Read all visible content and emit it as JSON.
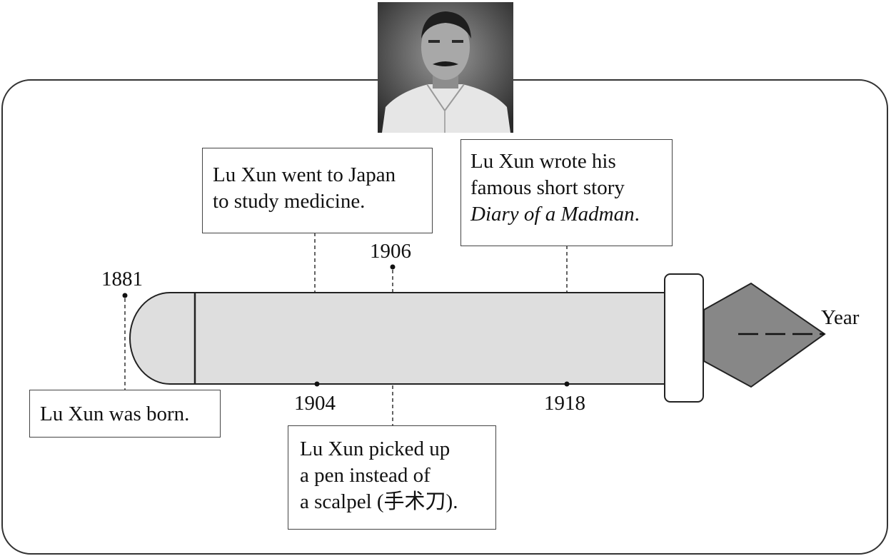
{
  "axis": {
    "label": "Year"
  },
  "years": {
    "y1881": "1881",
    "y1904": "1904",
    "y1906": "1906",
    "y1918": "1918"
  },
  "events": {
    "born": {
      "text": "Lu Xun was born."
    },
    "japan": {
      "line1": "Lu Xun went to Japan",
      "line2": "to study medicine."
    },
    "madman": {
      "line1": "Lu Xun wrote his",
      "line2": "famous short story",
      "title": "Diary of a Madman",
      "end": "."
    },
    "pen": {
      "line1": "Lu Xun picked up",
      "line2": "a pen instead of",
      "line3": "a scalpel (手术刀)."
    }
  },
  "photo": {
    "subject": "portrait of Lu Xun"
  },
  "colors": {
    "pen_body": "#dedede",
    "pen_nib": "#878787",
    "frame": "#333333"
  }
}
